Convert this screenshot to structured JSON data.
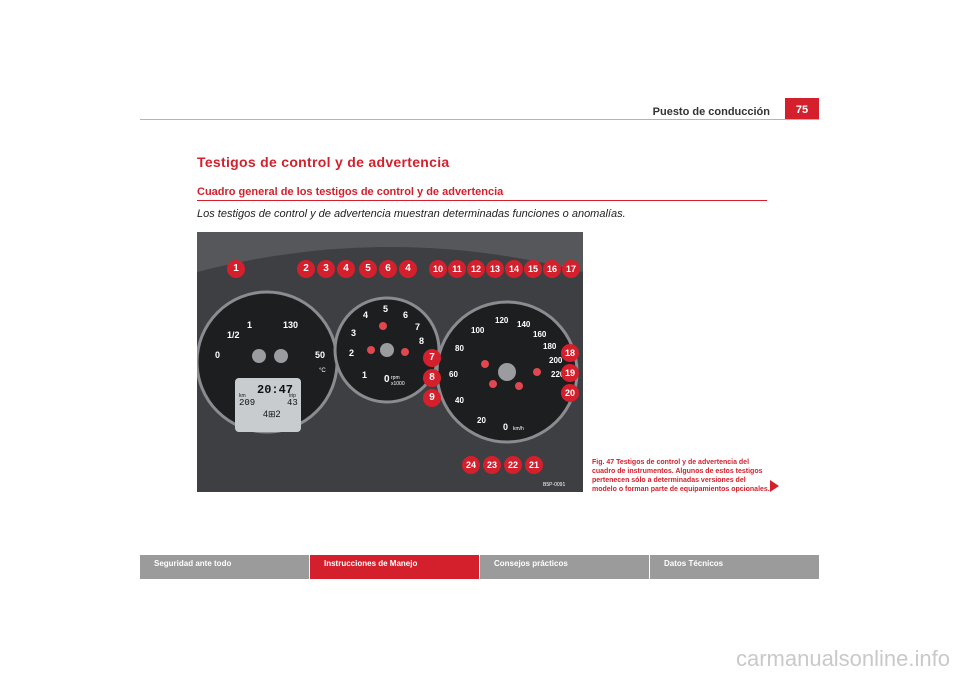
{
  "header": {
    "title": "Puesto de conducción",
    "page": "75"
  },
  "section_title": "Testigos de control y de advertencia",
  "subsection_title": "Cuadro general de los testigos de control y de advertencia",
  "intro": "Los testigos de control y de advertencia muestran determinadas funciones o anomalías.",
  "figure": {
    "left_dial": {
      "marks": [
        "0",
        "1/2",
        "1",
        "130",
        "50",
        "°C"
      ]
    },
    "rpm_dial": {
      "marks": [
        "0",
        "1",
        "2",
        "3",
        "4",
        "5",
        "6",
        "7",
        "8"
      ],
      "unit": "rpm x1000"
    },
    "speed_dial": {
      "marks": [
        "0",
        "20",
        "40",
        "60",
        "80",
        "100",
        "120",
        "140",
        "160",
        "180",
        "200",
        "220"
      ],
      "unit": "km/h"
    },
    "display": {
      "time": "20:47",
      "km_label": "km",
      "km": "209",
      "trip_label": "trip",
      "trip": "43",
      "gear": "4⊞2"
    },
    "callouts_top": [
      "1",
      "2",
      "3",
      "4",
      "5",
      "6",
      "4",
      "10",
      "11",
      "12",
      "13",
      "14",
      "15",
      "16",
      "17"
    ],
    "callouts_mid": [
      "7",
      "8",
      "9",
      "18",
      "19",
      "20"
    ],
    "callouts_bottom": [
      "24",
      "23",
      "22",
      "21"
    ],
    "code": "B5P-0091"
  },
  "caption": "Fig. 47  Testigos de control y de advertencia del cuadro de instrumentos. Algunos de estos testigos pertenecen sólo a determinadas versiones del modelo o forman parte de equipamientos opcionales.",
  "footer": {
    "tabs": [
      "Seguridad ante todo",
      "Instrucciones de Manejo",
      "Consejos prácticos",
      "Datos Técnicos"
    ]
  },
  "watermark": "carmanualsonline.info",
  "colors": {
    "accent": "#d4202c",
    "tab_gray": "#9b9b9b"
  }
}
